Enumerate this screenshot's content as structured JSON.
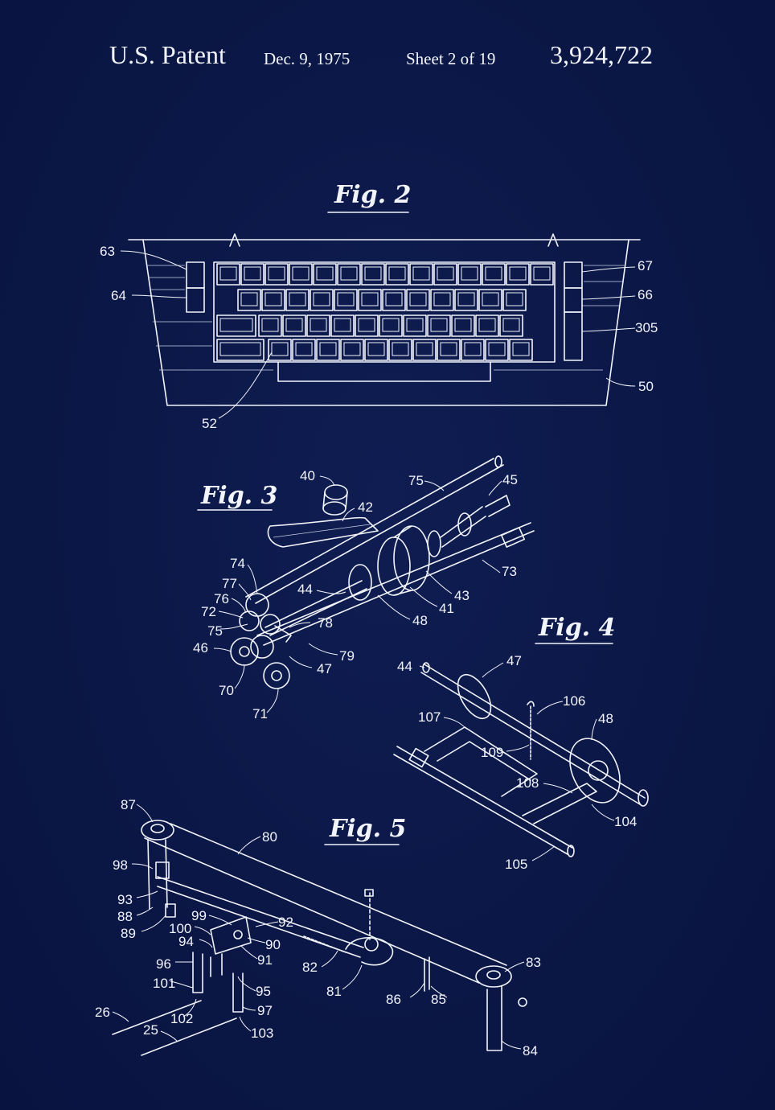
{
  "header": {
    "patent": "U.S. Patent",
    "date": "Dec. 9, 1975",
    "sheet": "Sheet 2 of 19",
    "number": "3,924,722"
  },
  "figures": {
    "fig2": "Fig. 2",
    "fig3": "Fig. 3",
    "fig4": "Fig. 4",
    "fig5": "Fig. 5"
  },
  "labels": {
    "fig2": [
      "63",
      "64",
      "67",
      "66",
      "305",
      "50",
      "52"
    ],
    "fig3": [
      "40",
      "42",
      "75",
      "45",
      "73",
      "74",
      "77",
      "76",
      "72",
      "75",
      "44",
      "43",
      "41",
      "48",
      "78",
      "46",
      "79",
      "47",
      "70",
      "71"
    ],
    "fig4": [
      "44",
      "47",
      "106",
      "107",
      "48",
      "109",
      "108",
      "104",
      "105"
    ],
    "fig5": [
      "87",
      "80",
      "98",
      "93",
      "88",
      "89",
      "99",
      "92",
      "100",
      "90",
      "94",
      "91",
      "96",
      "82",
      "83",
      "95",
      "101",
      "81",
      "86",
      "85",
      "97",
      "26",
      "102",
      "25",
      "103",
      "84"
    ]
  },
  "colors": {
    "background": "#0b1746",
    "ink": "#f2f4fb"
  }
}
